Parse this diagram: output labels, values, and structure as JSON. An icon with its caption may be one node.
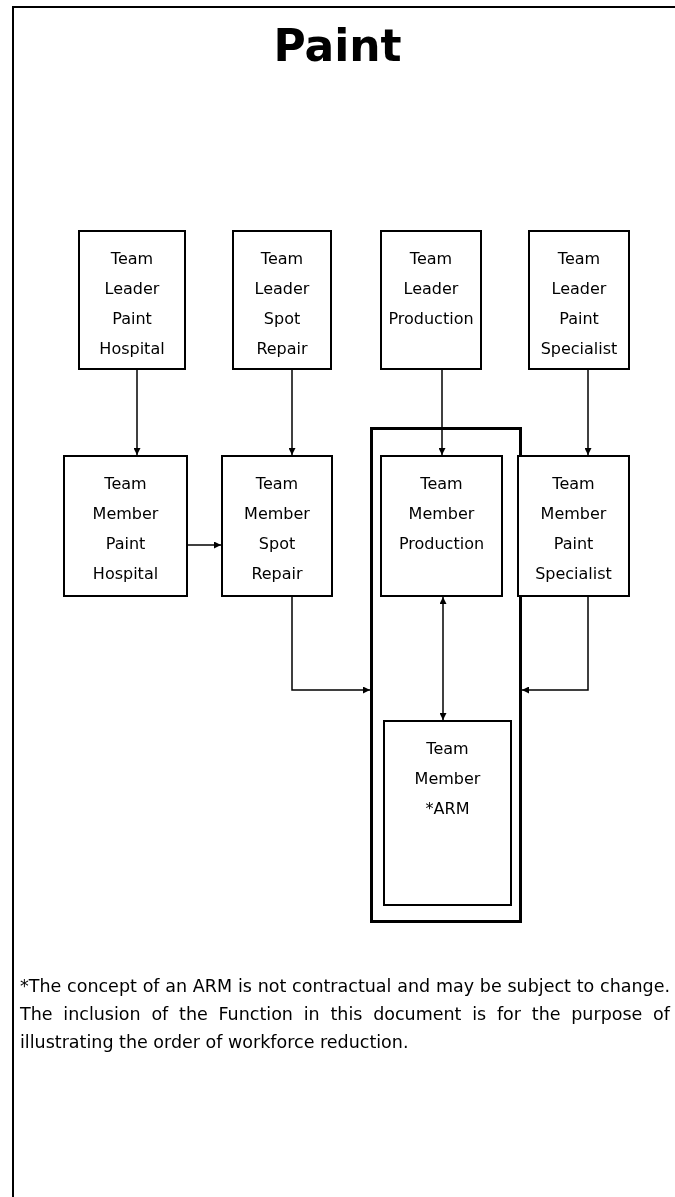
{
  "diagram": {
    "title": "Paint",
    "nodes": [
      {
        "text": [
          "Team Leader Paint Hospital"
        ]
      },
      {
        "text": [
          "Team Leader Spot Repair"
        ]
      },
      {
        "text": [
          "Team Leader Production"
        ]
      },
      {
        "text": [
          "Team Leader Paint Specialist"
        ]
      },
      {
        "text": [
          "Team Member Paint Hospital"
        ]
      },
      {
        "text": [
          "Team Member Spot Repair"
        ]
      },
      {
        "text": [],
        "shape": "box"
      },
      {
        "text": [
          "Team Member Production"
        ],
        "in": 6
      },
      {
        "text": [
          "Team Member *ARM"
        ],
        "in": 6
      },
      {
        "text": [
          "Team Member Paint Specialist"
        ]
      }
    ],
    "edges": [
      {
        "from": 0,
        "to": 4,
        "arrow": "to"
      },
      {
        "from": 1,
        "to": 5,
        "arrow": "to"
      },
      {
        "from": 2,
        "to": 7,
        "arrow": "to"
      },
      {
        "from": 3,
        "to": 9,
        "arrow": "to"
      },
      {
        "from": 4,
        "to": 5,
        "arrow": "to"
      },
      {
        "from": 5,
        "to": 6,
        "arrow": "to"
      },
      {
        "from": 9,
        "to": 6,
        "arrow": "to"
      },
      {
        "from": 7,
        "to": 8,
        "arrow": "both"
      }
    ],
    "labels": [
      "*The concept of an ARM is not contractual and may be subject to change. The inclusion of the Function in this document is for the purpose of illustrating the order of workforce reduction."
    ]
  }
}
